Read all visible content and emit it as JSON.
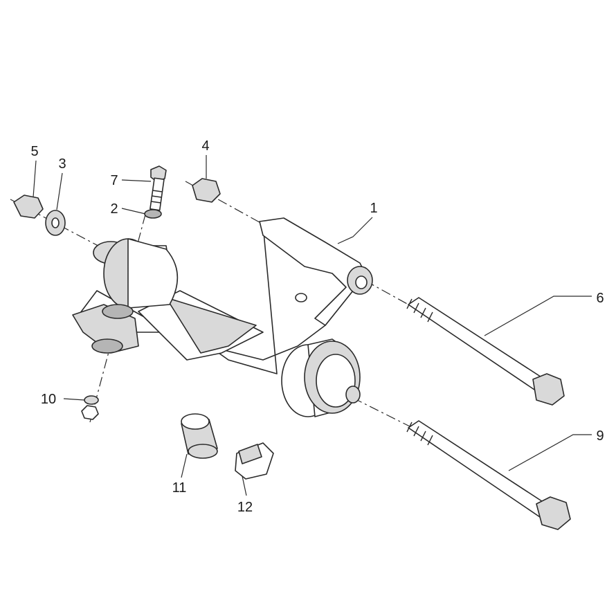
{
  "diagram": {
    "type": "exploded-parts-diagram",
    "callouts": [
      {
        "id": "c1",
        "label": "1"
      },
      {
        "id": "c2",
        "label": "2"
      },
      {
        "id": "c3",
        "label": "3"
      },
      {
        "id": "c4",
        "label": "4"
      },
      {
        "id": "c5",
        "label": "5"
      },
      {
        "id": "c6",
        "label": "6"
      },
      {
        "id": "c7",
        "label": "7"
      },
      {
        "id": "c9",
        "label": "9"
      },
      {
        "id": "c10",
        "label": "10"
      },
      {
        "id": "c11",
        "label": "11"
      },
      {
        "id": "c12",
        "label": "12"
      }
    ]
  }
}
